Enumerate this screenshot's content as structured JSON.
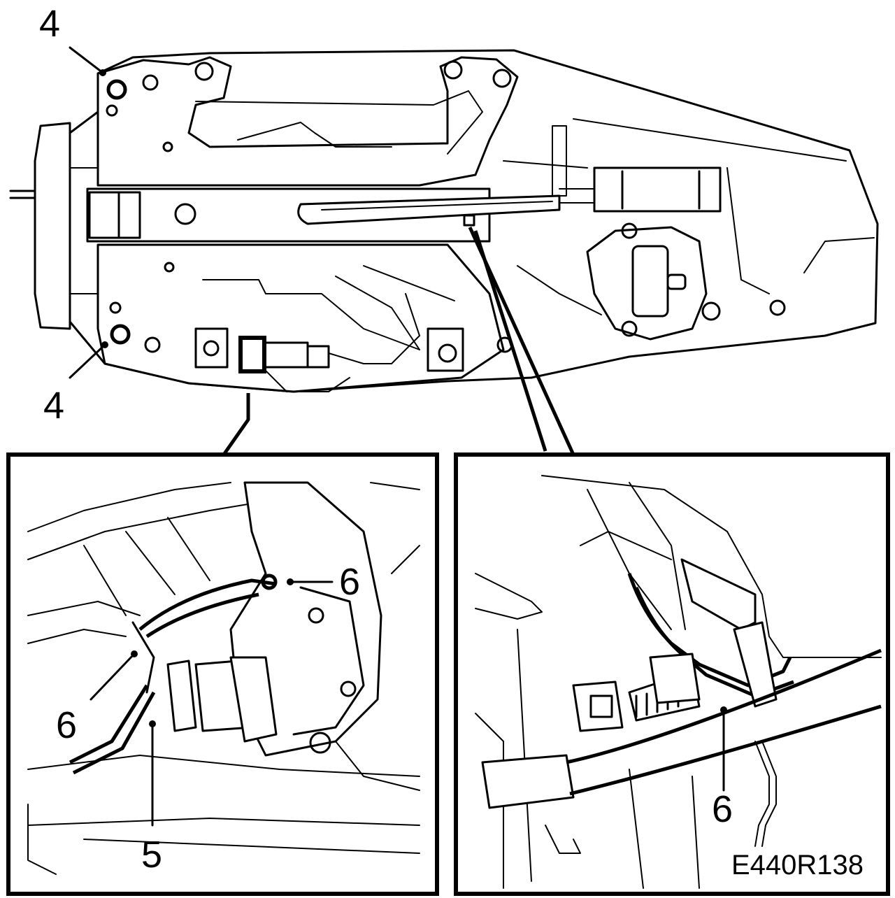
{
  "callouts": {
    "top_left": "4",
    "bottom_left": "4",
    "inset_left_upper": "6",
    "inset_left_lower": "6",
    "inset_left_bottom": "5",
    "inset_right": "6"
  },
  "figure_code": "E440R138"
}
